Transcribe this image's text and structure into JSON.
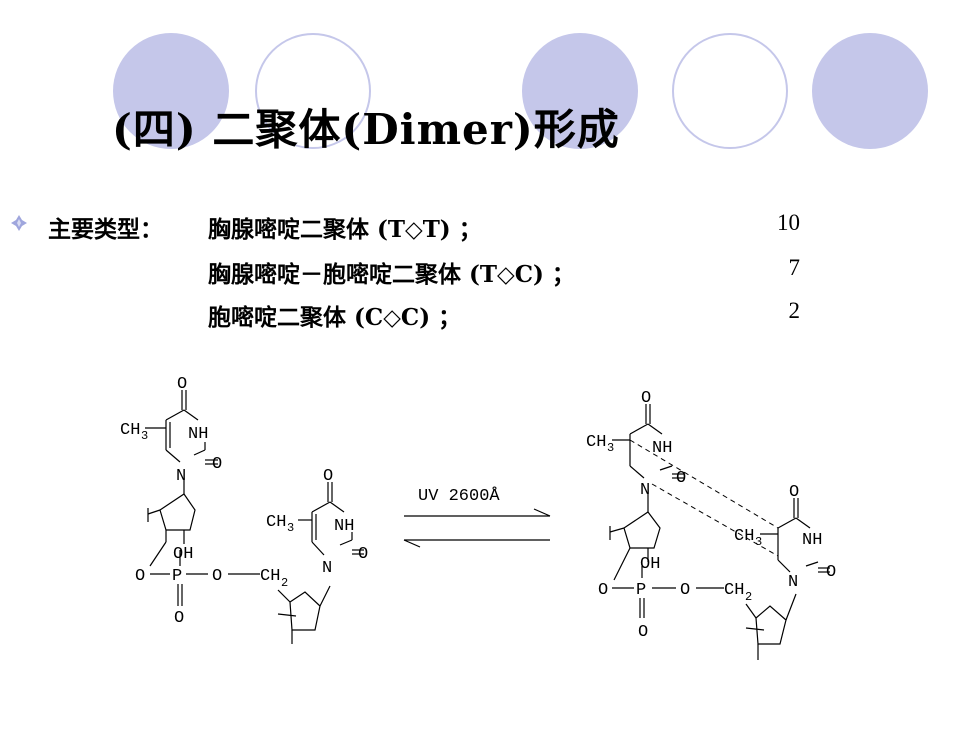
{
  "title": "(四) 二聚体(Dimer)形成",
  "types": {
    "label": "主要类型：",
    "items": [
      {
        "name": "胸腺嘧啶二聚体 (T◇T) ；",
        "value": "10"
      },
      {
        "name": "胸腺嘧啶－胞嘧啶二聚体 (T◇C) ；",
        "value": "7"
      },
      {
        "name": "胞嘧啶二聚体 (C◇C) ；",
        "value": "2"
      }
    ]
  },
  "diagram": {
    "reaction_label": "UV 2600Å",
    "atoms": {
      "O": "O",
      "N": "N",
      "NH": "NH",
      "OH": "OH",
      "P": "P",
      "CH": "CH",
      "sub3": "3",
      "sub2": "2"
    }
  },
  "colors": {
    "circle": "#c5c7ea",
    "bullet": "#9fa6dd"
  }
}
